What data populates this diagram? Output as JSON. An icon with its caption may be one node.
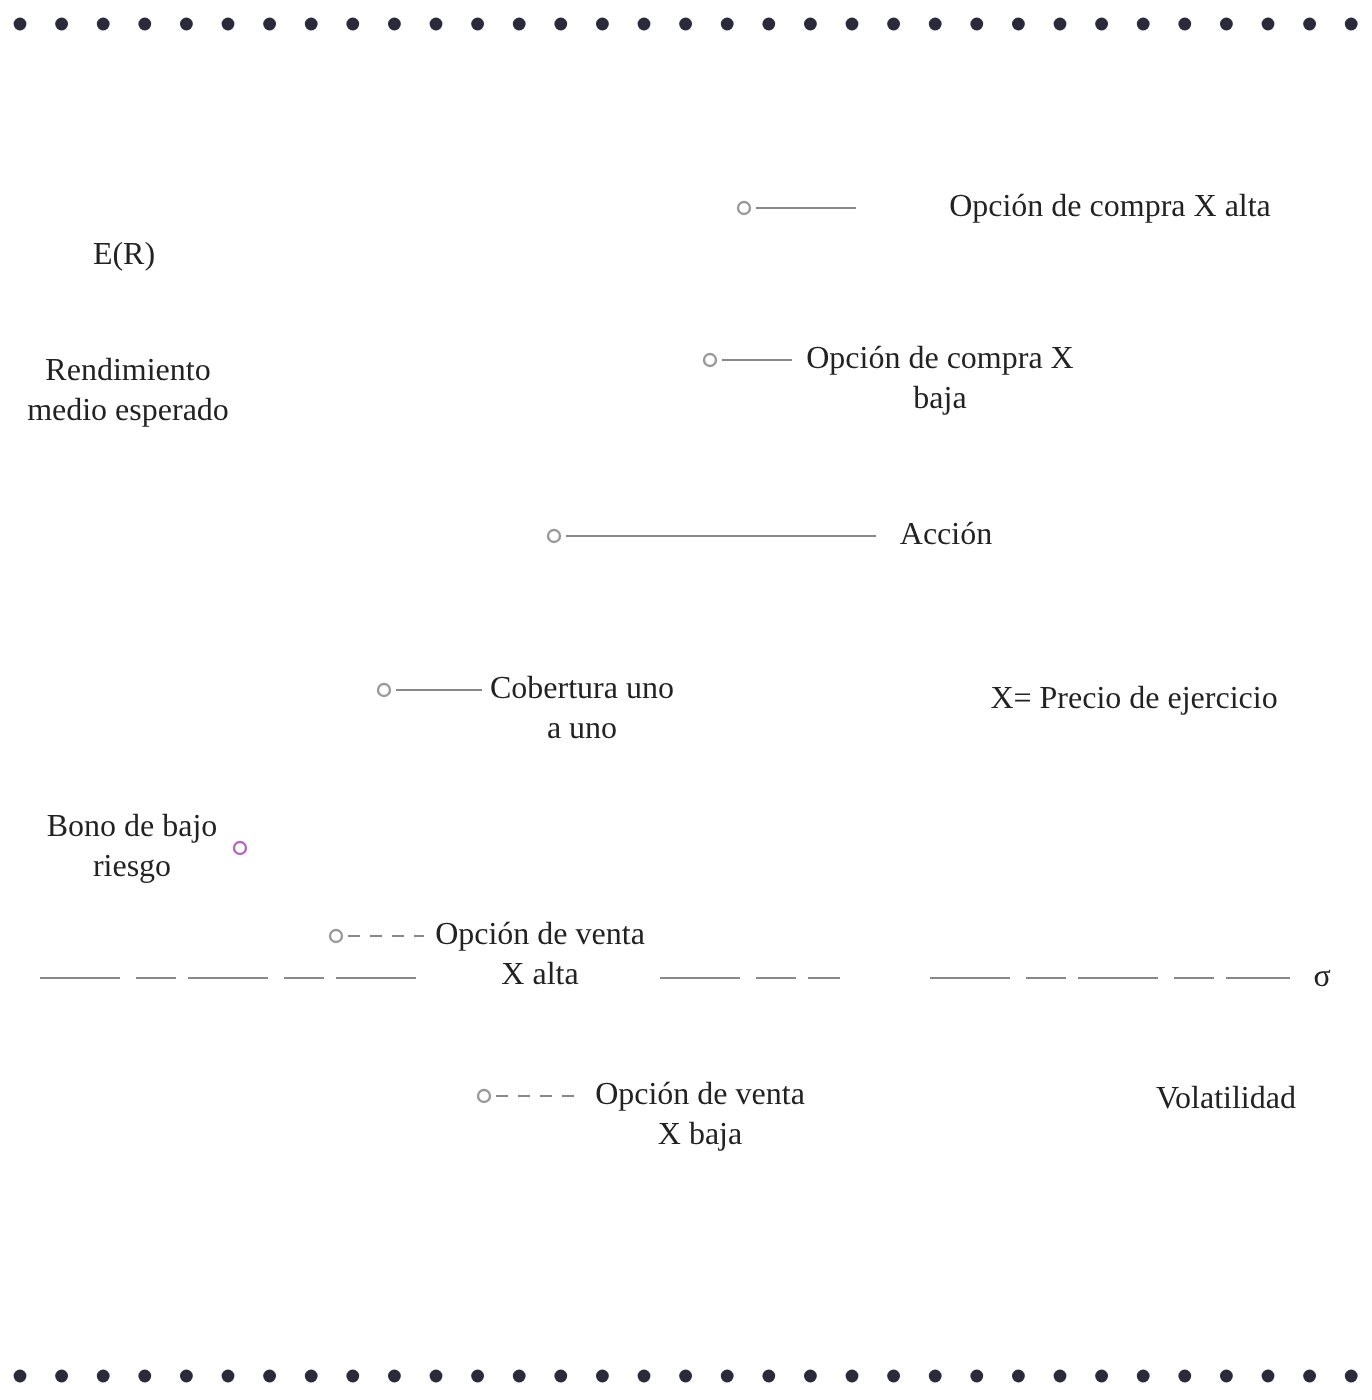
{
  "diagram": {
    "nodes": [
      {
        "text": [
          "Opción de compra X alta"
        ]
      },
      {
        "text": [],
        "shape": "circle"
      },
      {
        "text": [
          "Opción de compra X baja"
        ]
      },
      {
        "text": [],
        "shape": "circle"
      },
      {
        "text": [
          "Acción"
        ]
      },
      {
        "text": [],
        "shape": "circle"
      },
      {
        "text": [
          "Cobertura uno a uno"
        ]
      },
      {
        "text": [],
        "shape": "circle"
      },
      {
        "text": [
          "Bono de bajo riesgo"
        ]
      },
      {
        "text": [],
        "shape": "circle"
      },
      {
        "text": [
          "Opción de venta X alta"
        ]
      },
      {
        "text": [],
        "shape": "circle"
      },
      {
        "text": [
          "Opción de venta X baja"
        ]
      },
      {
        "text": [],
        "shape": "circle"
      }
    ],
    "edges": [
      {
        "from": 1,
        "to": 0,
        "arrow": "none"
      },
      {
        "from": 3,
        "to": 2,
        "arrow": "none"
      },
      {
        "from": 5,
        "to": 4,
        "arrow": "none"
      },
      {
        "from": 7,
        "to": 6,
        "arrow": "none"
      },
      {
        "from": 11,
        "to": 10,
        "arrow": "none",
        "style": "dashed"
      },
      {
        "from": 13,
        "to": 12,
        "arrow": "none",
        "style": "dashed"
      }
    ],
    "labels": [
      "E(R)",
      "Rendimiento medio esperado",
      "X= Precio de ejercicio",
      "σ",
      "Volatilidad"
    ]
  }
}
